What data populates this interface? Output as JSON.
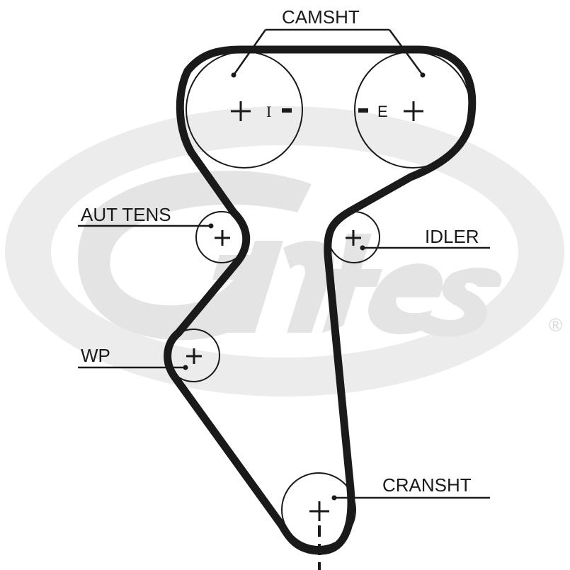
{
  "labels": {
    "camshaft": "CAMSHT",
    "tensioner": "AUT TENS",
    "idler": "IDLER",
    "water_pump": "WP",
    "crankshaft": "CRANSHT"
  },
  "marks": {
    "intake": "I",
    "exhaust": "E"
  },
  "brand": {
    "watermark": "Gates",
    "registered": "®",
    "watermark_color": "#e4e4e4"
  },
  "colors": {
    "belt": "#1a1a1a",
    "background": "#ffffff"
  }
}
